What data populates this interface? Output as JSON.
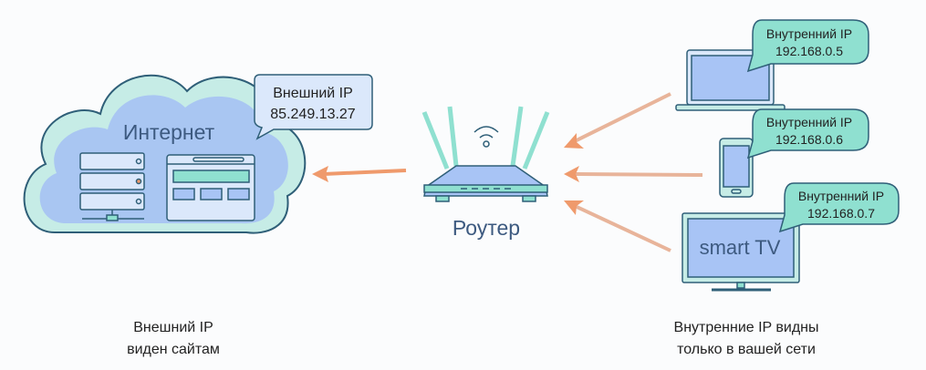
{
  "internet": {
    "label": "Интернет",
    "bubble_title": "Внешний IP",
    "bubble_ip": "85.249.13.27"
  },
  "router": {
    "label": "Роутер"
  },
  "devices": [
    {
      "type": "laptop",
      "bubble_title": "Внутренний IP",
      "bubble_ip": "192.168.0.5"
    },
    {
      "type": "phone",
      "bubble_title": "Внутренний IP",
      "bubble_ip": "192.168.0.6"
    },
    {
      "type": "tv",
      "label": "smart TV",
      "bubble_title": "Внутренний IP",
      "bubble_ip": "192.168.0.7"
    }
  ],
  "captions": {
    "left": [
      "Внешний IP",
      "виден сайтам"
    ],
    "right": [
      "Внутренние IP видны",
      "только в вашей сети"
    ]
  },
  "colors": {
    "outline": "#2f5f78",
    "cloud_outer": "#c6ece6",
    "cloud_inner": "#a9c6f2",
    "teal": "#8fe0d0",
    "blue": "#a8c4f5",
    "arrow": "#ef9a6c",
    "text": "#3d5a80"
  }
}
